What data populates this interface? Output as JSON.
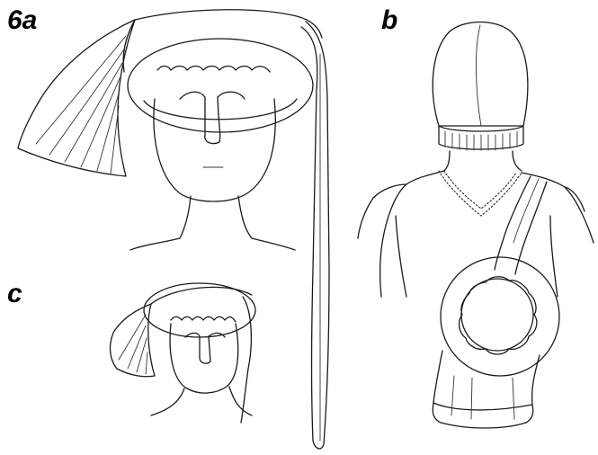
{
  "labels": {
    "figure_a": "6a",
    "figure_b": "b",
    "figure_c": "c"
  },
  "colors": {
    "ink": "#1a1a1a",
    "background": "#ffffff"
  }
}
